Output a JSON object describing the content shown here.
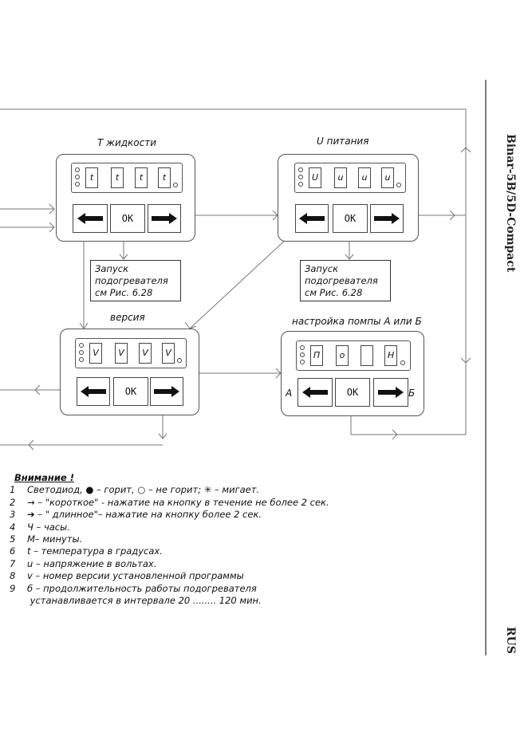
{
  "sidebar": {
    "product": "Binar-5B/5D-Compact",
    "lang": "RUS"
  },
  "panels": {
    "temp": {
      "label": "Т жидкости",
      "digits": [
        "t",
        "t",
        "t",
        "t"
      ],
      "ok": "OK"
    },
    "voltage": {
      "label": "U питания",
      "digits": [
        "U",
        "u",
        "u",
        "u"
      ],
      "ok": "OK"
    },
    "version": {
      "label": "версия",
      "digits": [
        "V",
        "V",
        "V",
        "V"
      ],
      "ok": "OK"
    },
    "pump": {
      "label": "настройка помпы А или Б",
      "digits": [
        "П",
        "о",
        "",
        "Н"
      ],
      "ok": "OK",
      "left_letter": "А",
      "right_letter": "Б"
    }
  },
  "notes": {
    "start_heater_1": [
      "Запуск",
      "подогревателя",
      "см Рис. 6.28"
    ],
    "start_heater_2": [
      "Запуск",
      "подогревателя",
      "см Рис. 6.28"
    ]
  },
  "legend": {
    "title": "Внимание !",
    "items": [
      {
        "num": "1",
        "text": "Светодиод, ● – горит, ○ – не горит; ✳ – мигает."
      },
      {
        "num": "2",
        "text": "→      –    \"короткое\" - нажатие на кнопку в течение не более 2 сек."
      },
      {
        "num": "3",
        "text": "➔      –    \" длинное\"– нажатие на кнопку более 2 сек."
      },
      {
        "num": "4",
        "text": "Ч – часы."
      },
      {
        "num": "5",
        "text": "М– минуты."
      },
      {
        "num": "6",
        "text": "t – температура в   градусах."
      },
      {
        "num": "7",
        "text": "u – напряжение   в вольтах."
      },
      {
        "num": "8",
        "text": "v – номер версии установленной программы"
      },
      {
        "num": "9",
        "text": "б –  продолжительность работы подогревателя"
      },
      {
        "num": "",
        "text": "        устанавливается в интервале 20 ........   120 мин."
      }
    ]
  }
}
